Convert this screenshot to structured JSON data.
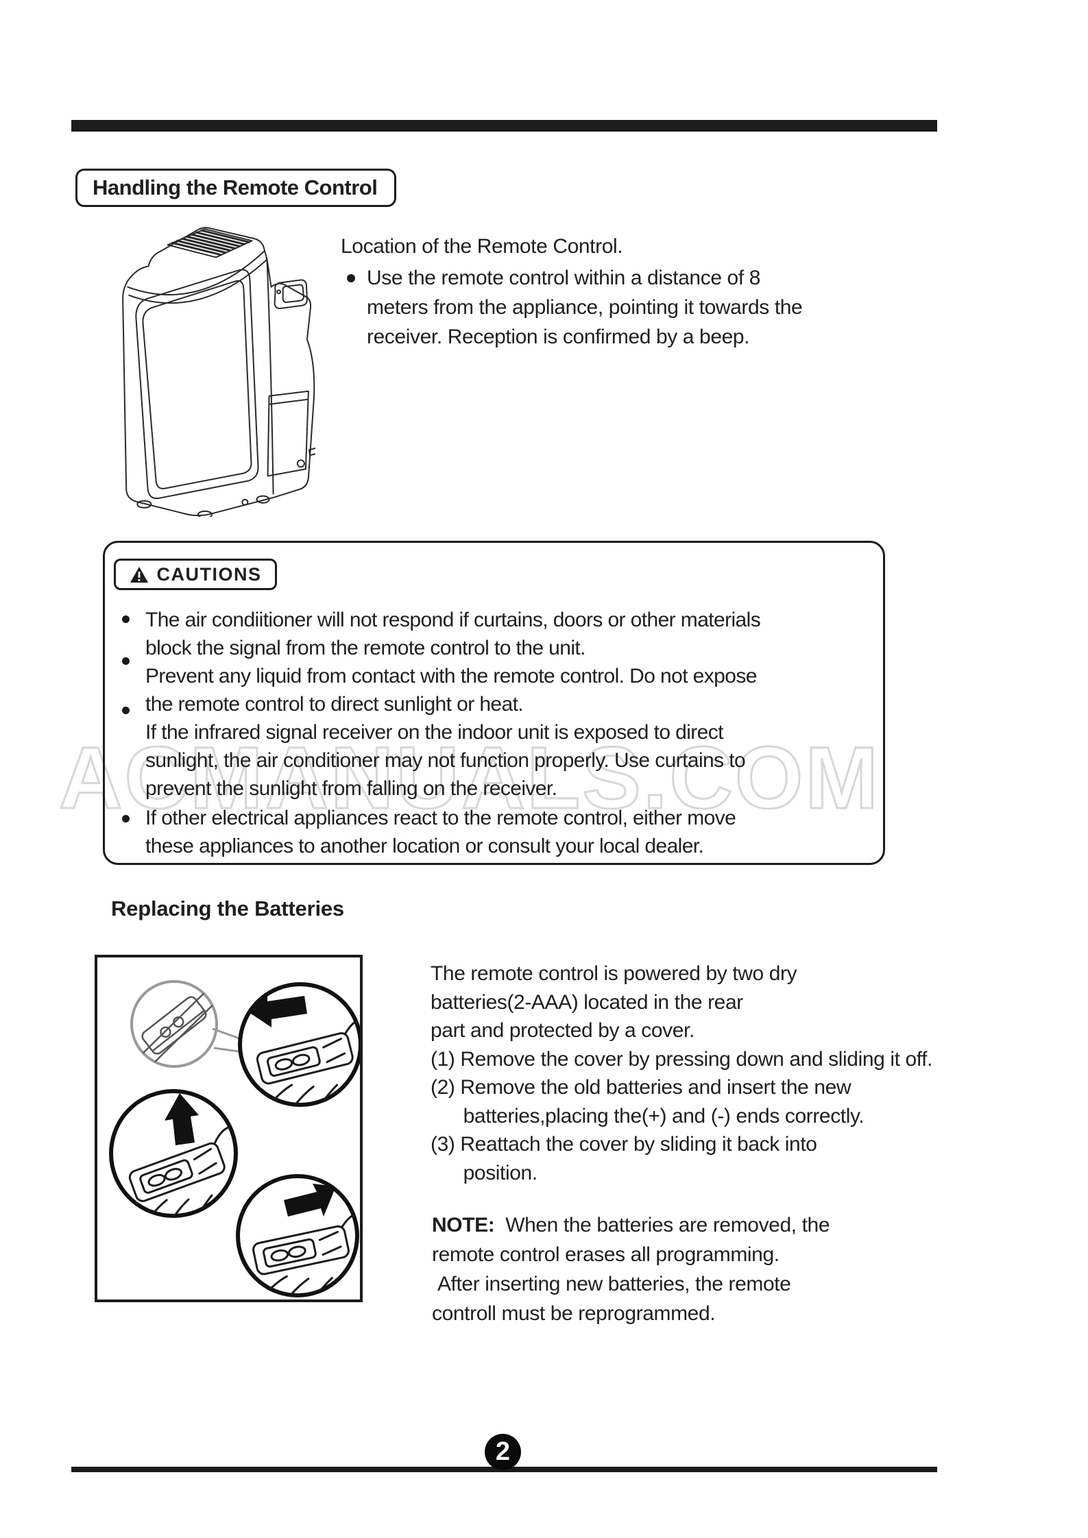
{
  "header": {
    "section_title": "Handling the Remote Control"
  },
  "location": {
    "intro": "Location of the Remote Control.",
    "bullet_lines": [
      "Use the remote control within a distance of 8",
      "meters from the appliance, pointing it towards the",
      "receiver. Reception is confirmed by a beep."
    ]
  },
  "cautions": {
    "label": "CAUTIONS",
    "items": [
      {
        "lines": [
          "The air condiitioner will not respond if curtains, doors or other materials",
          "block the signal from the remote control to the unit."
        ]
      },
      {
        "lines": [
          "Prevent any liquid from contact with the remote control. Do not expose",
          "the remote control to direct sunlight or heat."
        ]
      },
      {
        "lines": [
          "If the infrared signal receiver on the indoor unit is exposed to direct",
          "sunlight, the air conditioner may not function properly. Use curtains to",
          "prevent the sunlight from falling on the receiver."
        ]
      },
      {
        "lines": [
          "If other electrical appliances react to the remote control, either move",
          "these appliances to another location or consult your local dealer."
        ]
      }
    ]
  },
  "batteries": {
    "heading": "Replacing the Batteries",
    "intro_lines": [
      "The remote control is powered by two dry",
      "batteries(2-AAA) located in the rear",
      "part and protected by a cover.",
      "(1) Remove the cover by pressing down and sliding it off.",
      "(2) Remove the old batteries and insert the new",
      "      batteries,placing the(+) and (-) ends correctly.",
      "(3) Reattach the cover by sliding it back into",
      "      position."
    ],
    "note_label": "NOTE:",
    "note_first_line": "  When the batteries are removed, the",
    "note_lines": [
      "remote control erases all programming.",
      " After inserting new batteries, the remote",
      "controll must be reprogrammed."
    ]
  },
  "watermark": "ACMANUALS.COM",
  "page": {
    "number": "2"
  }
}
